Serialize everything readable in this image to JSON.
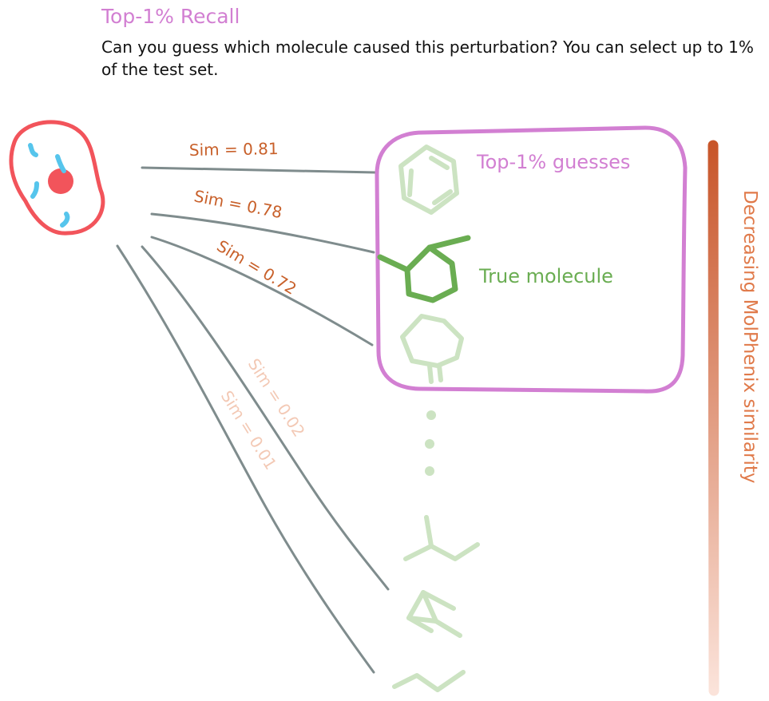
{
  "header": {
    "title": "Top-1% Recall",
    "question": "Can you guess which molecule caused this perturbation? You can select up to 1% of the test set."
  },
  "similarities": {
    "s1": "Sim = 0.81",
    "s2": "Sim = 0.78",
    "s3": "Sim = 0.72",
    "s4": "Sim = 0.02",
    "s5": "Sim = 0.01"
  },
  "box": {
    "label": "Top-1% guesses",
    "true_label": "True molecule"
  },
  "side_bar": {
    "label": "Decreasing MolPhenix similarity"
  },
  "colors": {
    "title": "#d27fd2",
    "box_border": "#d27fd2",
    "sim_strong": "#c8602a",
    "sim_faded": "#f3c9b5",
    "lines": "#7f8c8d",
    "cell": "#f2545b",
    "cell_dots": "#56c5ec",
    "molecule_faded": "#cce3c2",
    "molecule_true": "#6aad52",
    "gradient_top": "#c8562a",
    "gradient_bottom": "#fadfd5"
  },
  "icons": [
    "cell-icon",
    "benzene-icon",
    "true-molecule-icon",
    "molecule-icon",
    "ellipsis-icon"
  ]
}
